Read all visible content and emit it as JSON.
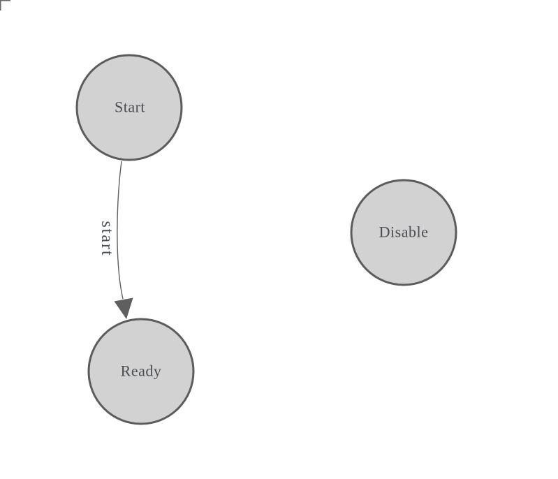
{
  "diagram": {
    "type": "state-machine",
    "nodes": [
      {
        "id": "start",
        "label": "Start",
        "shape": "circle"
      },
      {
        "id": "ready",
        "label": "Ready",
        "shape": "circle"
      },
      {
        "id": "disable",
        "label": "Disable",
        "shape": "circle"
      }
    ],
    "edges": [
      {
        "from": "Start",
        "to": "Ready",
        "label": "start"
      }
    ],
    "colors": {
      "node_fill": "#d2d2d2",
      "node_stroke": "#5c5c5c",
      "edge_stroke": "#5f5f5f",
      "label_color": "#4a4d52",
      "corner_mark": "#666666",
      "canvas_bg": "#ffffff"
    }
  }
}
